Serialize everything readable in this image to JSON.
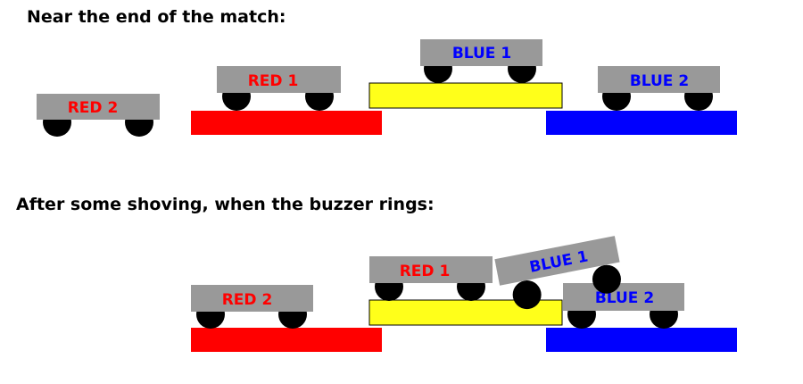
{
  "colors": {
    "red": "#ff0000",
    "blue": "#0000ff",
    "yellow": "#ffff1a",
    "robot_body": "#999999",
    "wheel": "#000000"
  },
  "scene1": {
    "heading": "Near the end of the match:",
    "robots": {
      "red2": {
        "label": "RED 2",
        "team": "red"
      },
      "red1": {
        "label": "RED 1",
        "team": "red"
      },
      "blue1": {
        "label": "BLUE 1",
        "team": "blue"
      },
      "blue2": {
        "label": "BLUE 2",
        "team": "blue"
      }
    }
  },
  "scene2": {
    "heading": "After some shoving, when the buzzer rings:",
    "robots": {
      "red2": {
        "label": "RED 2",
        "team": "red"
      },
      "red1": {
        "label": "RED 1",
        "team": "red"
      },
      "blue1": {
        "label": "BLUE 1",
        "team": "blue"
      },
      "blue2": {
        "label": "BLUE 2",
        "team": "blue"
      }
    }
  }
}
